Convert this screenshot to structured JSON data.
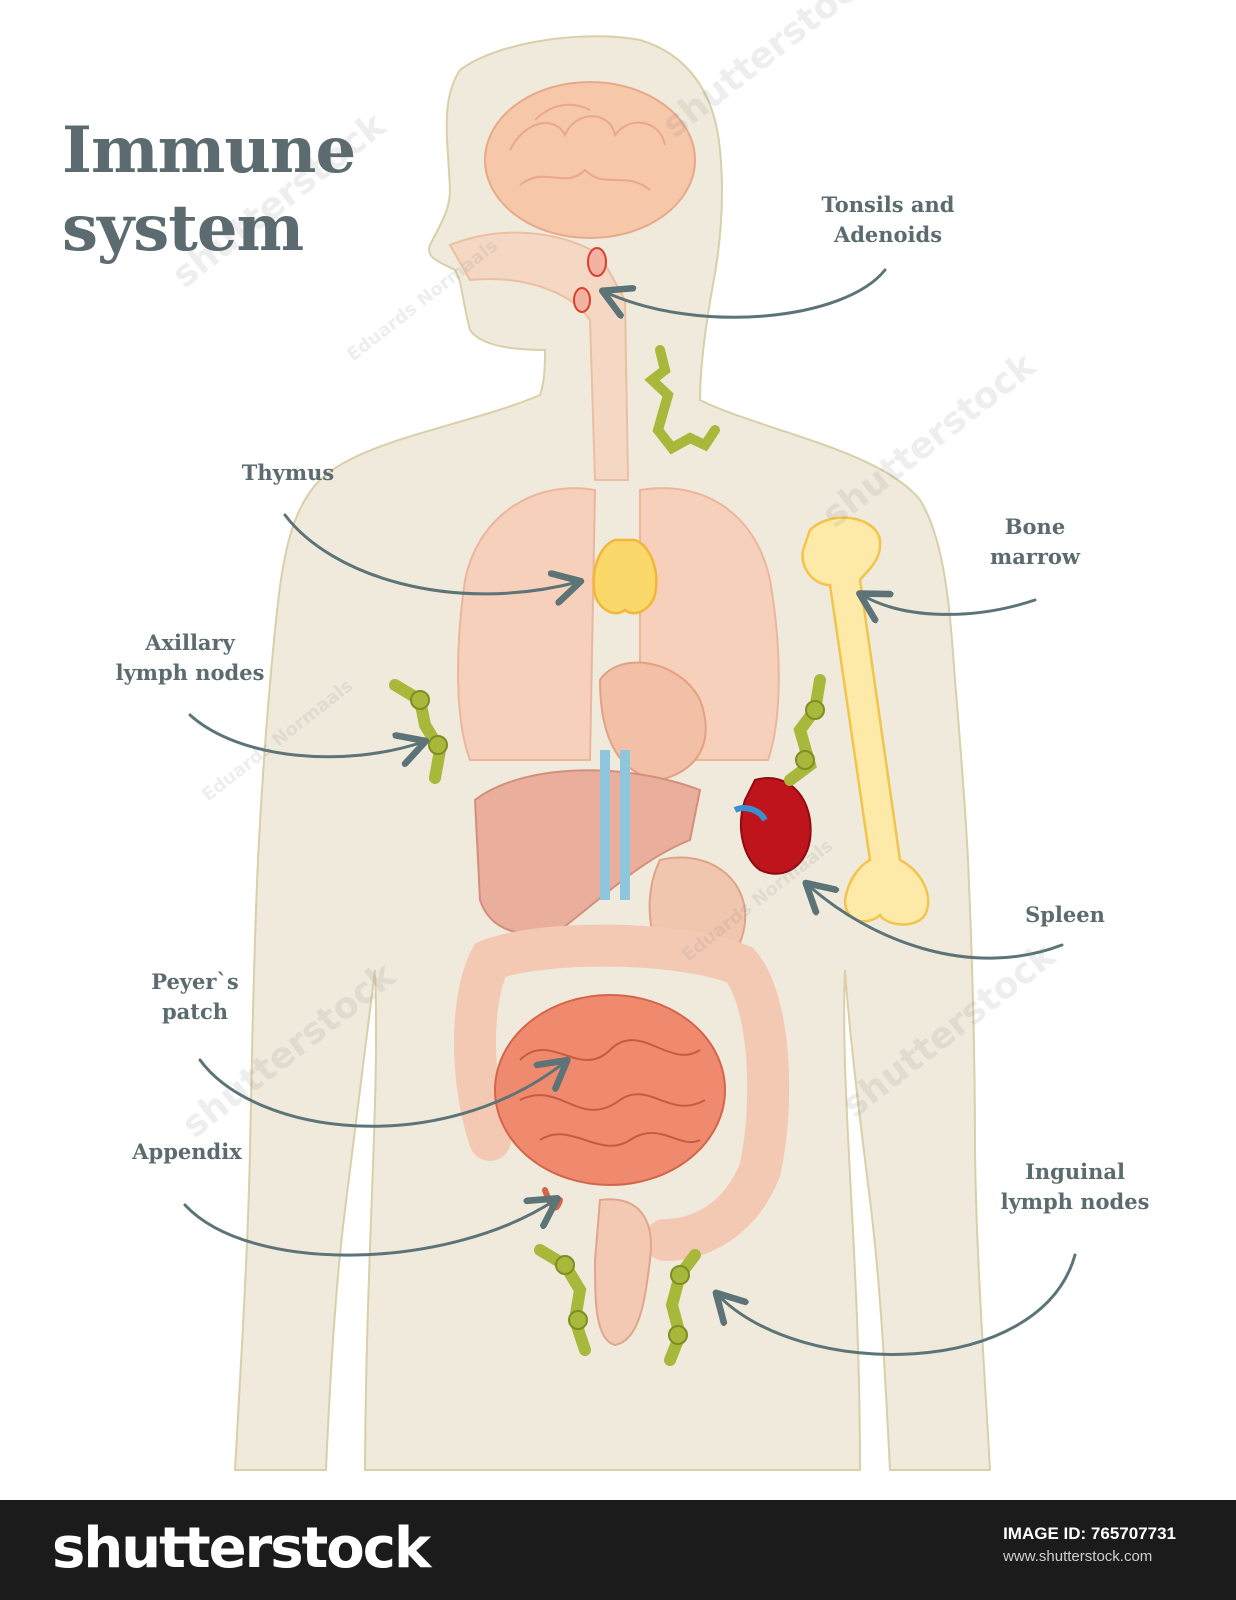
{
  "title": {
    "line1": "Immune",
    "line2": "system"
  },
  "labels": {
    "tonsils": {
      "line1": "Tonsils and",
      "line2": "Adenoids"
    },
    "thymus": {
      "line1": "Thymus"
    },
    "bone_marrow": {
      "line1": "Bone",
      "line2": "marrow"
    },
    "axillary": {
      "line1": "Axillary",
      "line2": "lymph nodes"
    },
    "spleen": {
      "line1": "Spleen"
    },
    "peyers": {
      "line1": "Peyer`s",
      "line2": "patch"
    },
    "appendix": {
      "line1": "Appendix"
    },
    "inguinal": {
      "line1": "Inguinal",
      "line2": "lymph nodes"
    }
  },
  "watermarks": {
    "stock": "shutterstock",
    "author": "Eduards Normaals"
  },
  "footer": {
    "brand": "shutterstock",
    "image_id": "IMAGE ID: 765707731",
    "site": "www.shutterstock.com"
  },
  "colors": {
    "title": "#5b6b70",
    "label": "#5b6b70",
    "arrow": "#5c7478",
    "body_fill": "#efeadb",
    "lymph_node": "#a8b83a",
    "spleen": "#c0141c",
    "thymus": "#fbd86a",
    "bone": "#fdeaa8",
    "intestine": "#ef8a6e"
  }
}
